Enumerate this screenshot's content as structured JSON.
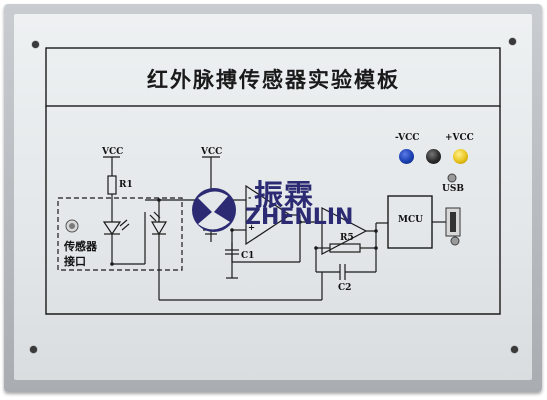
{
  "title": "红外脉搏传感器实验模板",
  "labels": {
    "vcc_left": "VCC",
    "vcc_mid": "VCC",
    "r1": "R1",
    "r5": "R5",
    "c1": "C1",
    "c2": "C2",
    "mcu": "MCU",
    "usb": "USB",
    "minus_vcc": "-VCC",
    "plus_vcc": "+VCC",
    "minus_sign": "-",
    "plus_sign": "+",
    "sensor_line1": "传感器",
    "sensor_line2": "接口"
  },
  "logo": {
    "cn": "振霖",
    "en": "ZHENLIN"
  },
  "colors": {
    "jack_blue": "#1a3fb0",
    "jack_black": "#2a2a2a",
    "jack_yellow": "#e8c21a",
    "logo": "#2b2a72"
  }
}
